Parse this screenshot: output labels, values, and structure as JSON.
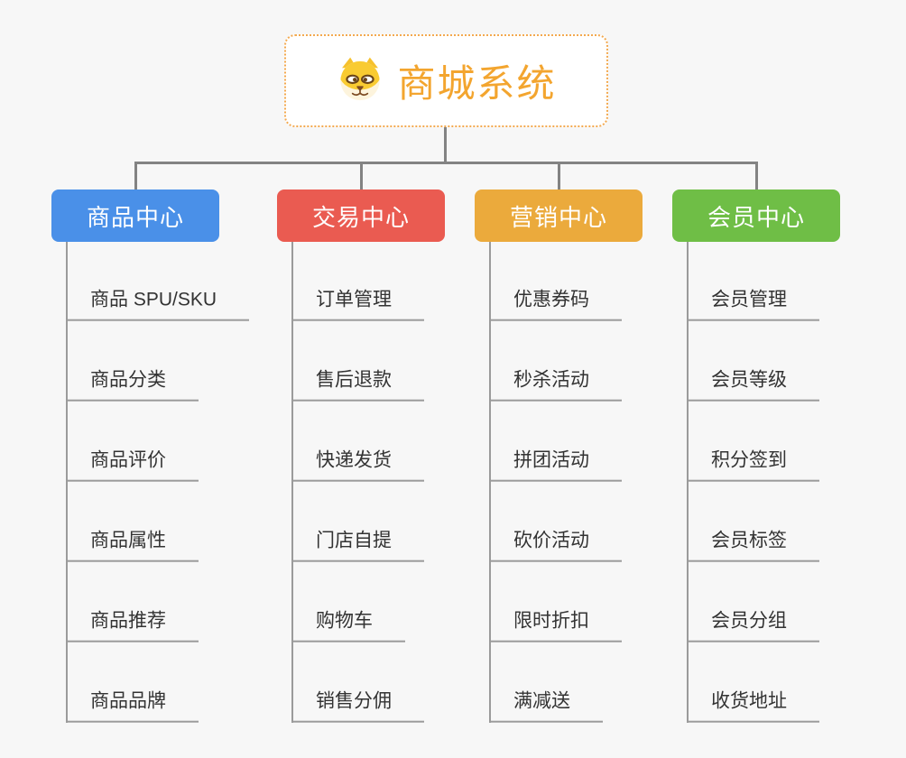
{
  "app": {
    "background": "#f7f7f7",
    "connector_color": "#838383",
    "line_color": "#9b9b9b"
  },
  "root": {
    "title": "商城系统",
    "icon": "dog-face-icon",
    "text_color": "#f3a52f",
    "border_color": "#f3a94f"
  },
  "branches": [
    {
      "label": "商品中心",
      "color": "#4a90e8",
      "children": [
        "商品 SPU/SKU",
        "商品分类",
        "商品评价",
        "商品属性",
        "商品推荐",
        "商品品牌"
      ]
    },
    {
      "label": "交易中心",
      "color": "#ea5b51",
      "children": [
        "订单管理",
        "售后退款",
        "快递发货",
        "门店自提",
        "购物车",
        "销售分佣"
      ]
    },
    {
      "label": "营销中心",
      "color": "#ebaa3c",
      "children": [
        "优惠券码",
        "秒杀活动",
        "拼团活动",
        "砍价活动",
        "限时折扣",
        "满减送"
      ]
    },
    {
      "label": "会员中心",
      "color": "#6fbe46",
      "children": [
        "会员管理",
        "会员等级",
        "积分签到",
        "会员标签",
        "会员分组",
        "收货地址"
      ]
    }
  ]
}
